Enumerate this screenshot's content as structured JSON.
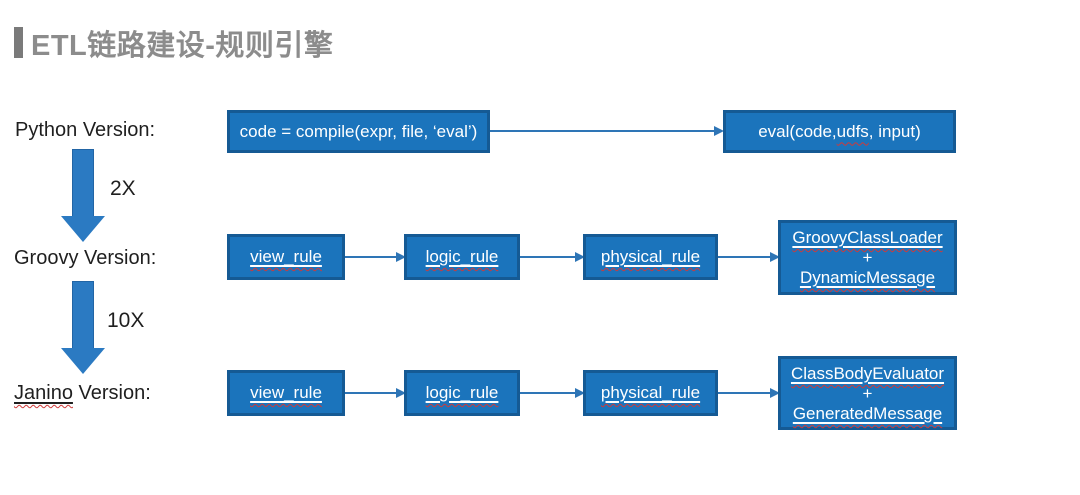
{
  "title": {
    "text": "ETL链路建设-规则引擎"
  },
  "colors": {
    "box_fill": "#1b74bc",
    "box_border": "#155a94",
    "connector_blue": "#2e75b6",
    "title_gray": "#8c8c8c",
    "squiggle_red": "#cf3a3a"
  },
  "rows": {
    "python": {
      "label": "Python Version:",
      "compile_box": "code = compile(expr, file, ‘eval’)",
      "eval_box": {
        "pre": "eval(code, ",
        "word": "udfs",
        "post": ", input)"
      }
    },
    "groovy": {
      "label": "Groovy Version:",
      "boxes": [
        "view_rule",
        "logic_rule",
        "physical_rule"
      ],
      "result": {
        "line1": "GroovyClassLoader",
        "plus": "+",
        "line2": "DynamicMessage"
      }
    },
    "janino": {
      "label_word": "Janino",
      "label_rest": " Version:",
      "boxes": [
        "view_rule",
        "logic_rule",
        "physical_rule"
      ],
      "result": {
        "line1": "ClassBodyEvaluator",
        "plus": "+",
        "line2": "GeneratedMessage"
      }
    }
  },
  "speedups": {
    "groovy": "2X",
    "janino": "10X"
  }
}
